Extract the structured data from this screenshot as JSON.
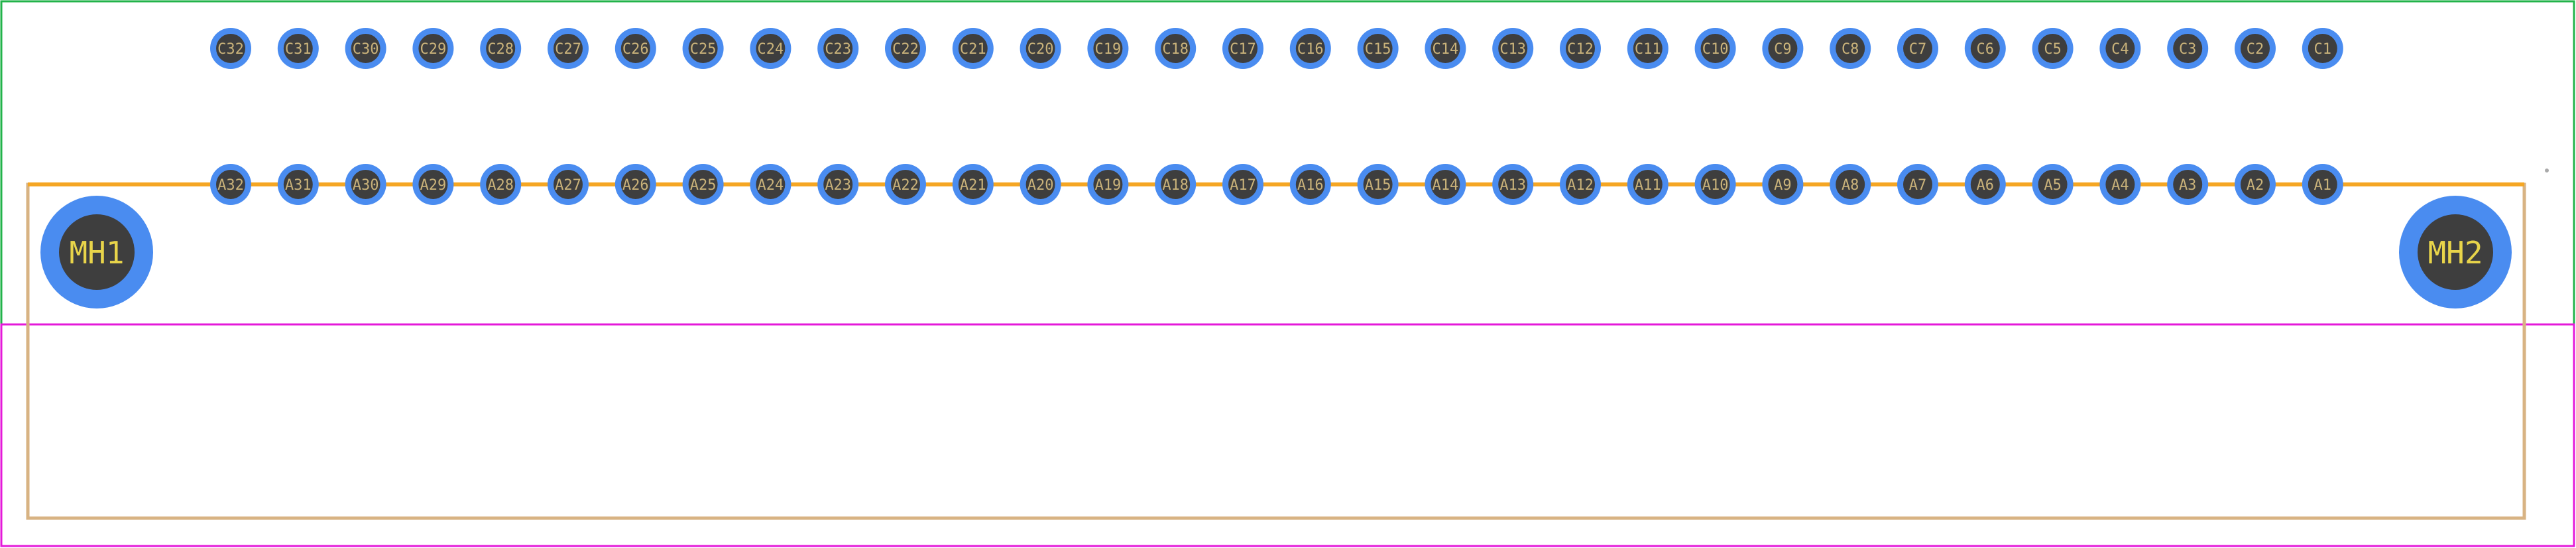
{
  "colors": {
    "background": "#ffffff",
    "courtyard": "#22b34a",
    "assembly": "#e419d9",
    "silkscreen": "#f5a623",
    "fab_outline": "#d8b383",
    "pad": "#4a8cf0",
    "pad_hole": "#3e3e3e",
    "pin_label": "#c9b27a",
    "mh_label": "#e8d44a",
    "marker": "#aaaaaa"
  },
  "rows": {
    "top": [
      "C32",
      "C31",
      "C30",
      "C29",
      "C28",
      "C27",
      "C26",
      "C25",
      "C24",
      "C23",
      "C22",
      "C21",
      "C20",
      "C19",
      "C18",
      "C17",
      "C16",
      "C15",
      "C14",
      "C13",
      "C12",
      "C11",
      "C10",
      "C9",
      "C8",
      "C7",
      "C6",
      "C5",
      "C4",
      "C3",
      "C2",
      "C1"
    ],
    "bottom": [
      "A32",
      "A31",
      "A30",
      "A29",
      "A28",
      "A27",
      "A26",
      "A25",
      "A24",
      "A23",
      "A22",
      "A21",
      "A20",
      "A19",
      "A18",
      "A17",
      "A16",
      "A15",
      "A14",
      "A13",
      "A12",
      "A11",
      "A10",
      "A9",
      "A8",
      "A7",
      "A6",
      "A5",
      "A4",
      "A3",
      "A2",
      "A1"
    ]
  },
  "mounting_holes": [
    "MH1",
    "MH2"
  ]
}
